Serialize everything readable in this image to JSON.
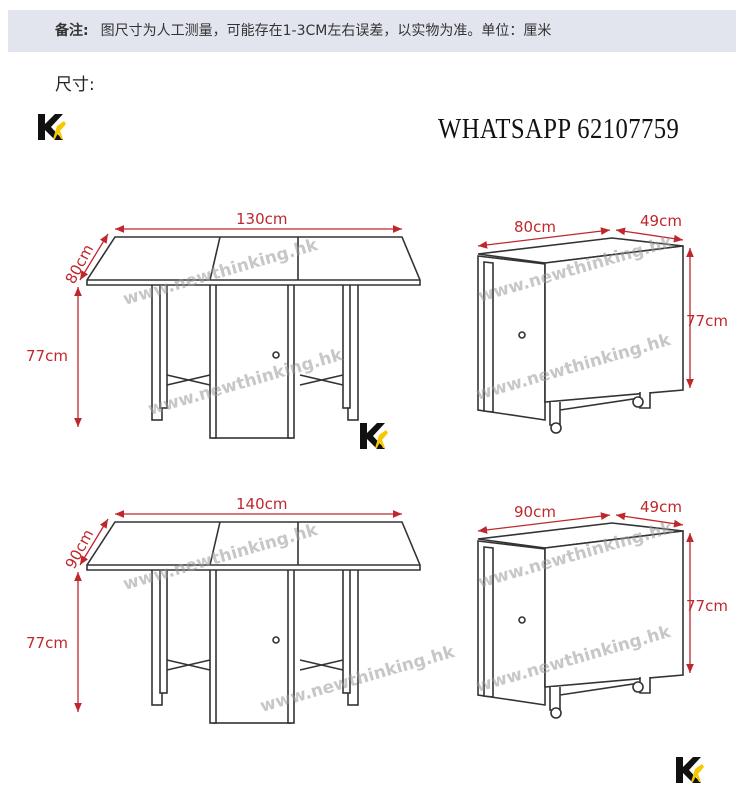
{
  "note": {
    "label": "备注:",
    "text": "图尺寸为人工测量，可能存在1-3CM左右误差，以实物为准。单位：厘米"
  },
  "size_title": "尺寸:",
  "contact": "WHATSAPP 62107759",
  "watermark": "www.newthinking.hk",
  "colors": {
    "dimension": "#c0272d",
    "note_bg": "#e3e5ee",
    "logo_accent": "#f5c800"
  },
  "diagrams": [
    {
      "open_length": "130cm",
      "open_depth": "80cm",
      "open_height": "77cm",
      "folded_width": "80cm",
      "folded_depth": "49cm",
      "folded_height": "77cm"
    },
    {
      "open_length": "140cm",
      "open_depth": "90cm",
      "open_height": "77cm",
      "folded_width": "90cm",
      "folded_depth": "49cm",
      "folded_height": "77cm"
    }
  ]
}
